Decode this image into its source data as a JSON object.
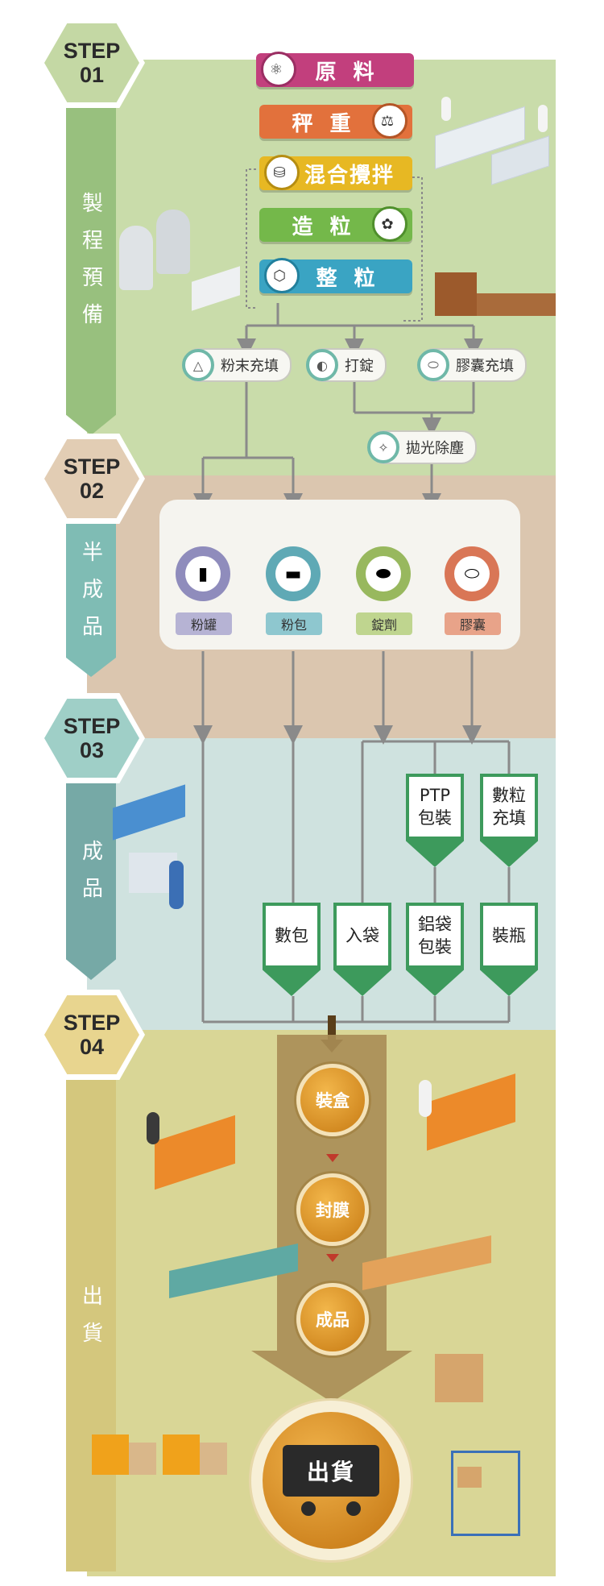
{
  "steps": [
    {
      "tag": "STEP",
      "num": "01",
      "title": "製程預備",
      "hex_color": "#c4d8a4",
      "band_color": "#98c07e"
    },
    {
      "tag": "STEP",
      "num": "02",
      "title": "半成品",
      "hex_color": "#e2cdb4",
      "band_color": "#7fbcb4"
    },
    {
      "tag": "STEP",
      "num": "03",
      "title": "成品",
      "hex_color": "#9fcfc7",
      "band_color": "#76a9a6"
    },
    {
      "tag": "STEP",
      "num": "04",
      "title": "出貨",
      "hex_color": "#e8d58f",
      "band_color": "#d4c77d"
    }
  ],
  "prep_flow": [
    {
      "label": "原 料",
      "color": "#c23f7d",
      "icon": "atom-icon"
    },
    {
      "label": "秤 重",
      "color": "#e2713c",
      "icon": "scale-icon"
    },
    {
      "label": "混合攪拌",
      "color": "#e7b823",
      "icon": "mixer-icon"
    },
    {
      "label": "造 粒",
      "color": "#74b84a",
      "icon": "granule-icon"
    },
    {
      "label": "整 粒",
      "color": "#3aa4c3",
      "icon": "hex-nut-icon"
    }
  ],
  "fill_options": [
    {
      "label": "粉末充填",
      "icon": "powder-icon"
    },
    {
      "label": "打錠",
      "icon": "tablet-icon"
    },
    {
      "label": "膠囊充填",
      "icon": "capsule-icon"
    }
  ],
  "polish": {
    "label": "拋光除塵",
    "icon": "polish-icon"
  },
  "semi_products": [
    {
      "label": "粉罐",
      "color": "#b6b3d4",
      "ring": "#8f8cbc",
      "icon": "can-icon"
    },
    {
      "label": "粉包",
      "color": "#8ec7cf",
      "ring": "#5fa9b5",
      "icon": "sachet-icon"
    },
    {
      "label": "錠劑",
      "color": "#bfd58f",
      "ring": "#98b85e",
      "icon": "tablet-icon"
    },
    {
      "label": "膠囊",
      "color": "#e8a389",
      "ring": "#d97656",
      "icon": "capsule-icon"
    }
  ],
  "packaging_upper": [
    {
      "lines": [
        "PTP",
        "包裝"
      ]
    },
    {
      "lines": [
        "數粒",
        "充填"
      ]
    }
  ],
  "packaging_lower": [
    {
      "lines": [
        "數包"
      ]
    },
    {
      "lines": [
        "入袋"
      ]
    },
    {
      "lines": [
        "鋁袋",
        "包裝"
      ]
    },
    {
      "lines": [
        "裝瓶"
      ]
    }
  ],
  "shipping_steps": [
    "裝盒",
    "封膜",
    "成品"
  ],
  "final": {
    "label": "出貨",
    "icon": "truck-icon"
  },
  "colors": {
    "panel1": "#c9dcaa",
    "panel2": "#dbc6af",
    "panel3": "#cfe2df",
    "panel4": "#d9d696",
    "arrow_shaft": "#a88d55",
    "line": "#8a8a8a"
  }
}
